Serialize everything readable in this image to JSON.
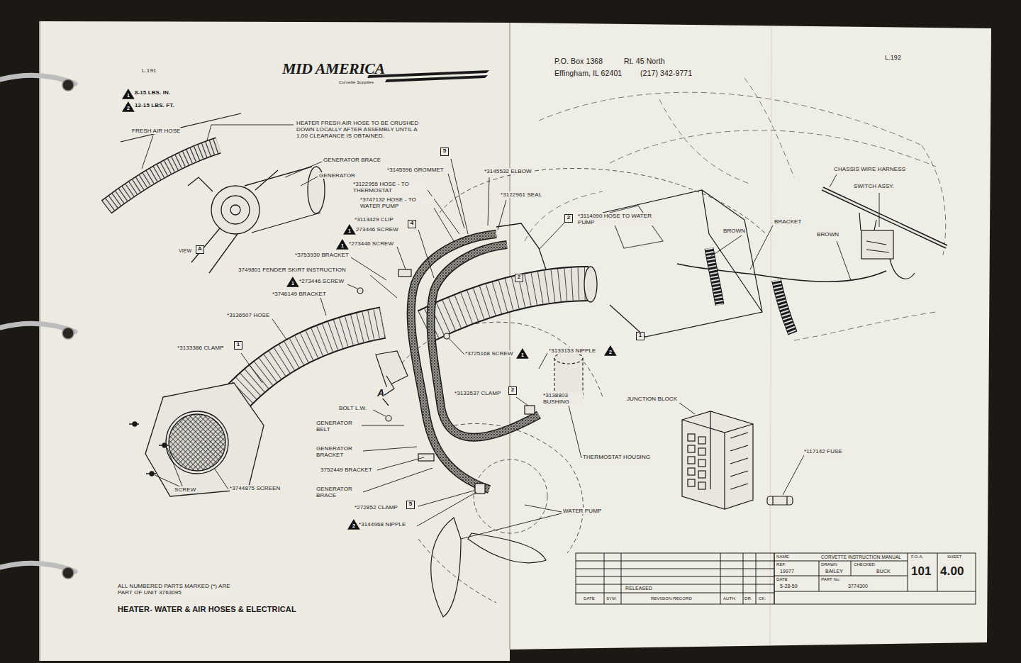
{
  "diagram": {
    "title": "HEATER- WATER & AIR HOSES & ELECTRICAL",
    "nodes": [
      {
        "text": [
          "1"
        ]
      },
      {
        "text": [
          "2"
        ]
      },
      {
        "text": [
          "A"
        ]
      },
      {
        "text": [
          "5"
        ]
      },
      {
        "text": [
          "4"
        ]
      },
      {
        "text": [
          "1"
        ]
      },
      {
        "text": [
          "2"
        ]
      },
      {
        "text": [
          "1"
        ]
      },
      {
        "text": [
          "1"
        ]
      },
      {
        "text": [
          "2"
        ]
      },
      {
        "text": [
          "1"
        ]
      },
      {
        "text": [
          "1"
        ]
      },
      {
        "text": [
          "2"
        ]
      },
      {
        "text": [
          "1"
        ]
      },
      {
        "text": [
          "2"
        ]
      },
      {
        "text": [
          "5"
        ]
      },
      {
        "text": [
          "2"
        ]
      }
    ],
    "labels": [
      "L.191",
      "MID AMERICA",
      "Corvette Supplies",
      "FRESH AIR HOSE",
      "HEATER FRESH AIR HOSE TO BE CRUSHED DOWN LOCALLY AFTER ASSEMBLY UNTIL A 1.00 CLEARANCE IS OBTAINED.",
      "GENERATOR BRACE",
      "GENERATOR",
      "VIEW",
      "*3145596 GROMMET",
      "*3122955 HOSE - TO THERMOSTAT",
      "*3747132 HOSE - TO WATER PUMP",
      "*3113429 CLIP",
      "273446 SCREW",
      "*3145532 ELBOW",
      "*3122961 SEAL",
      "*3114090 HOSE TO WATER PUMP",
      "*273446 SCREW",
      "*3753930 BRACKET",
      "3749801 FENDER SKIRT INSTRUCTION",
      "*273446 SCREW",
      "*3746149 BRACKET",
      "*3136507 HOSE",
      "*3133386 CLAMP",
      "*3725168 SCREW",
      "*3133153 NIPPLE",
      "*3133537 CLAMP",
      "*3138803 BUSHING",
      "BOLT L.W.",
      "GENERATOR BELT",
      "GENERATOR BRACKET",
      "3752449 BRACKET",
      "GENERATOR BRACE",
      "*272852 CLAMP",
      "*3144968 NIPPLE",
      "*3744875 SCREEN",
      "SCREW",
      "A",
      "THERMOSTAT HOUSING",
      "WATER PUMP",
      "ALL NUMBERED PARTS MARKED (*) ARE PART OF UNIT 3763095",
      "P.O. Box 1368",
      "Rt. 45 North",
      "Effingham, IL 62401",
      "(217) 342-9771",
      "L.192",
      "CHASSIS WIRE HARNESS",
      "SWITCH ASSY.",
      "BROWN",
      "BRACKET",
      "BROWN",
      "JUNCTION BLOCK",
      "*117142 FUSE",
      "NAME",
      "CORVETTE INSTRUCTION MANUAL",
      "REF.",
      "19977",
      "DRAWN",
      "BAILEY",
      "CHECKED",
      "BUCK",
      "F.O.A.",
      "101",
      "SHEET",
      "4.00",
      "DATE",
      "5-28-59",
      "PART No.",
      "3774300",
      "RELEASED",
      "DATE",
      "SYM.",
      "REVISION RECORD",
      "AUTH.",
      "DR.",
      "CK."
    ],
    "legend": [
      {
        "text": "8-15 LBS. IN."
      },
      {
        "text": "12-15 LBS. FT."
      }
    ]
  }
}
